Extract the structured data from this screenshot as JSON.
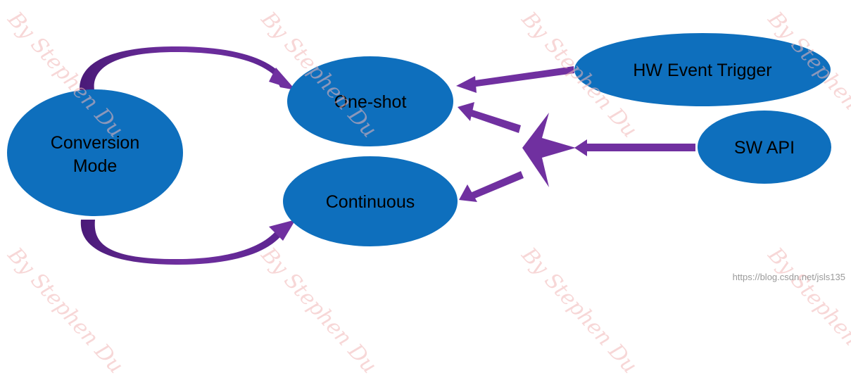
{
  "nodes": {
    "conversion_mode": {
      "line1": "Conversion",
      "line2": "Mode"
    },
    "one_shot": "One-shot",
    "continuous": "Continuous",
    "hw_event_trigger": "HW Event Trigger",
    "sw_api": "SW API"
  },
  "watermark": "By Stephen Du",
  "credit": "https://blog.csdn.net/jsls135",
  "colors": {
    "node_fill": "#0E6FBD",
    "arrow": "#7030A0",
    "text": "#000000"
  }
}
